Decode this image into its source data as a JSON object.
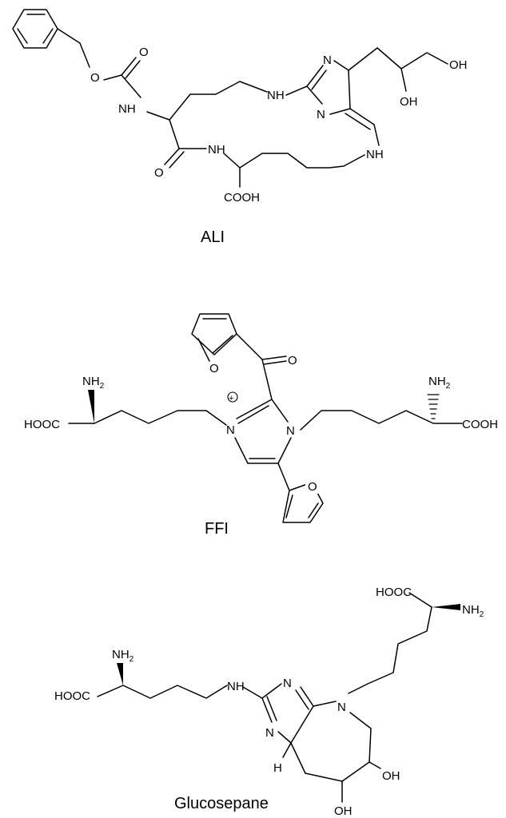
{
  "structures": [
    {
      "name": "ALI",
      "atoms": {
        "nh1": "NH",
        "o_ester": "O",
        "o_carbonyl1": "O",
        "nh2": "NH",
        "n_ring1": "N",
        "n_ring2": "N",
        "oh1": "OH",
        "oh2": "OH",
        "o_carbonyl2": "O",
        "nh3": "NH",
        "nh4": "NH",
        "cooh": "COOH"
      }
    },
    {
      "name": "FFI",
      "atoms": {
        "o_furan1": "O",
        "o_ketone": "O",
        "nh2_left": "NH",
        "nh2_right": "NH",
        "sub2": "2",
        "hooc": "HOOC",
        "cooh": "COOH",
        "n_plus": "N",
        "n_imid": "N",
        "o_furan2": "O",
        "plus": "+"
      }
    },
    {
      "name": "Glucosepane",
      "atoms": {
        "hooc_top": "HOOC",
        "nh2_top": "NH",
        "nh2_left": "NH",
        "sub2": "2",
        "hooc_left": "HOOC",
        "nh": "NH",
        "n_imine": "N",
        "n_azepine": "N",
        "n_imid": "N",
        "h": "H",
        "oh1": "OH",
        "oh2": "OH"
      }
    }
  ]
}
